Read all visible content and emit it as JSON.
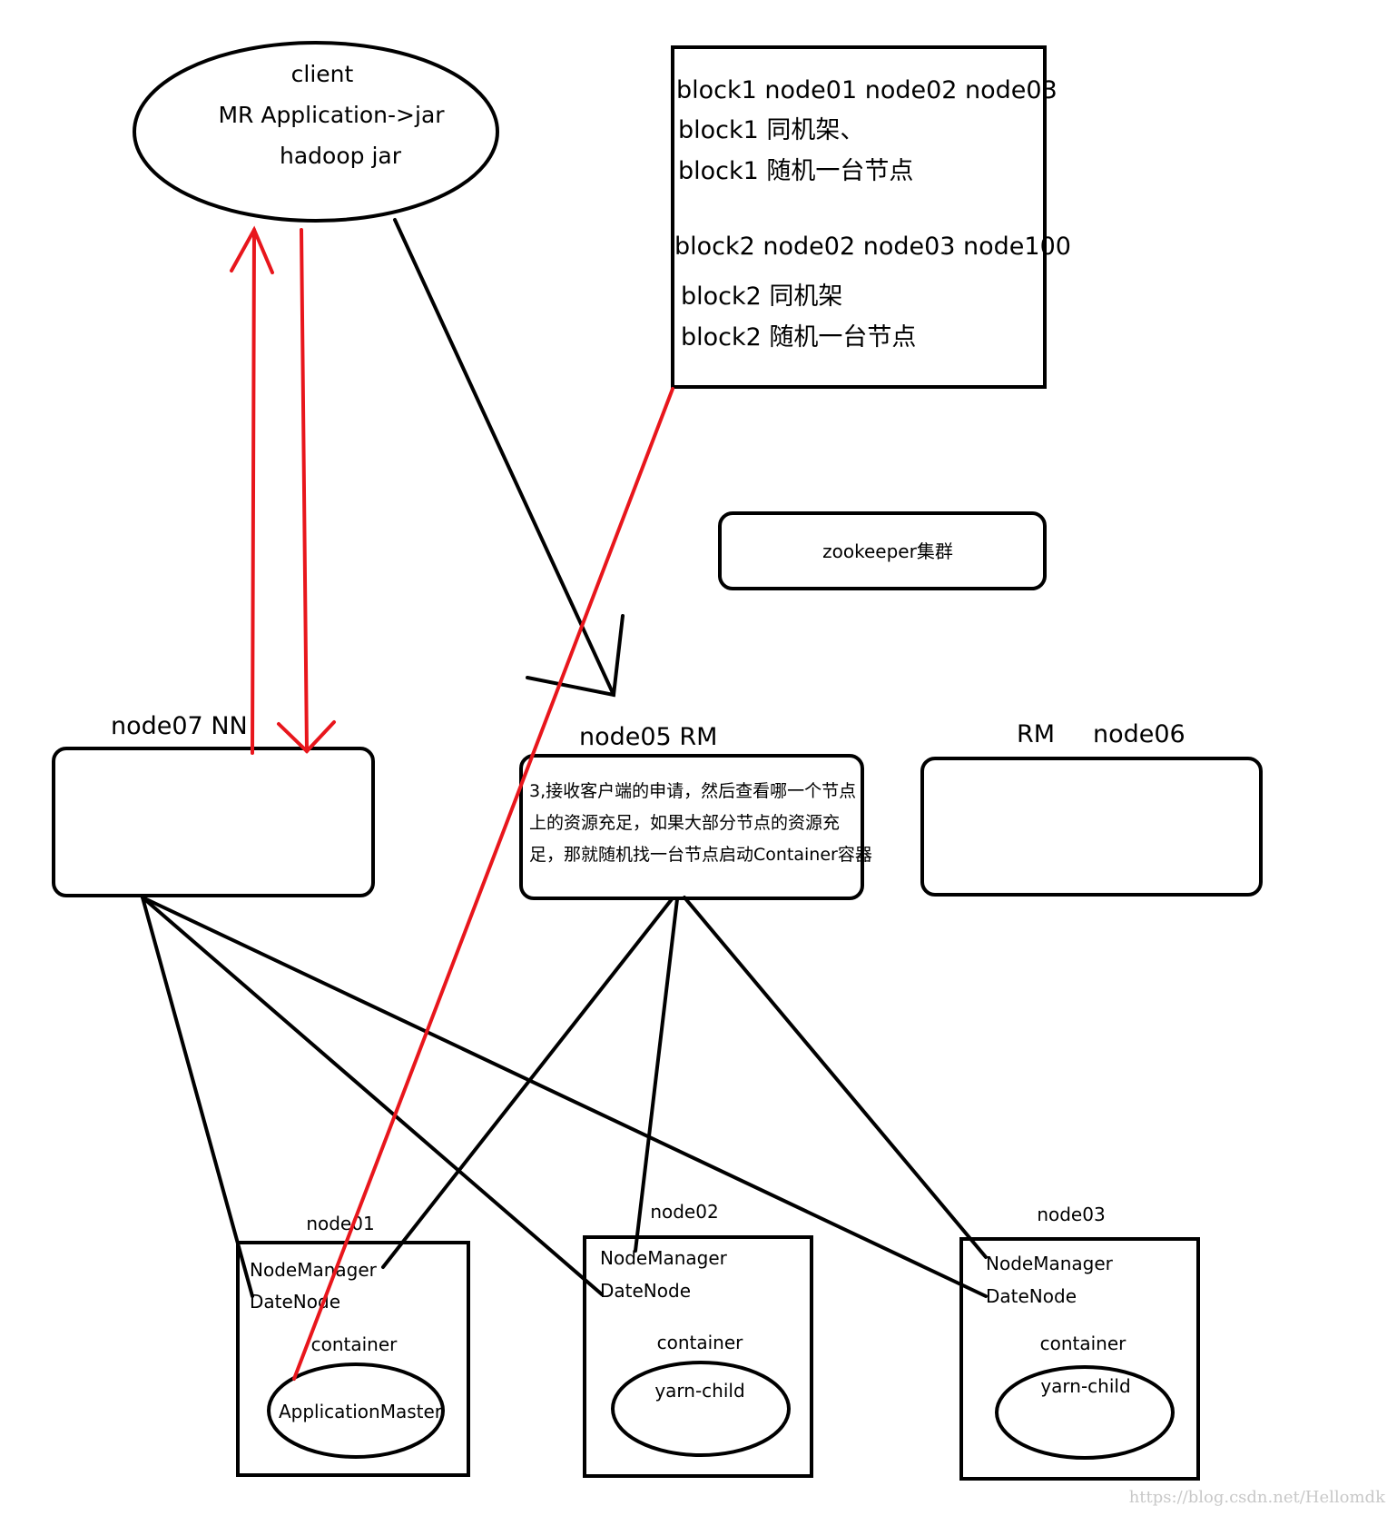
{
  "client": {
    "line1": "client",
    "line2": "MR Application->jar",
    "line3": "hadoop jar"
  },
  "blocks": {
    "line1": "block1 node01 node02 node03",
    "line2": "block1 同机架、",
    "line3": "block1 随机一台节点",
    "line4": "block2 node02 node03 node100",
    "line5": "block2 同机架",
    "line6": "block2 随机一台节点"
  },
  "zookeeper": {
    "label": "zookeeper集群"
  },
  "nn": {
    "label": "node07 NN"
  },
  "rm_main": {
    "label": "node05  RM",
    "desc1": "3,接收客户端的申请，然后查看哪一个节点",
    "desc2": "上的资源充足，如果大部分节点的资源充",
    "desc3": "足，那就随机找一台节点启动Container容器"
  },
  "rm_standby": {
    "label1": "RM",
    "label2": "node06"
  },
  "node01": {
    "label": "node01",
    "nodemanager": "NodeManager",
    "datanode": "DateNode",
    "container": "container",
    "process": "ApplicationMaster"
  },
  "node02": {
    "label": "node02",
    "nodemanager": "NodeManager",
    "datanode": "DateNode",
    "container": "container",
    "process": "yarn-child"
  },
  "node03": {
    "label": "node03",
    "nodemanager": "NodeManager",
    "datanode": "DateNode",
    "container": "container",
    "process": "yarn-child"
  },
  "watermark": "https://blog.csdn.net/Hellomdk",
  "colors": {
    "red_arrow": "#e8161c",
    "stroke": "#000000"
  }
}
